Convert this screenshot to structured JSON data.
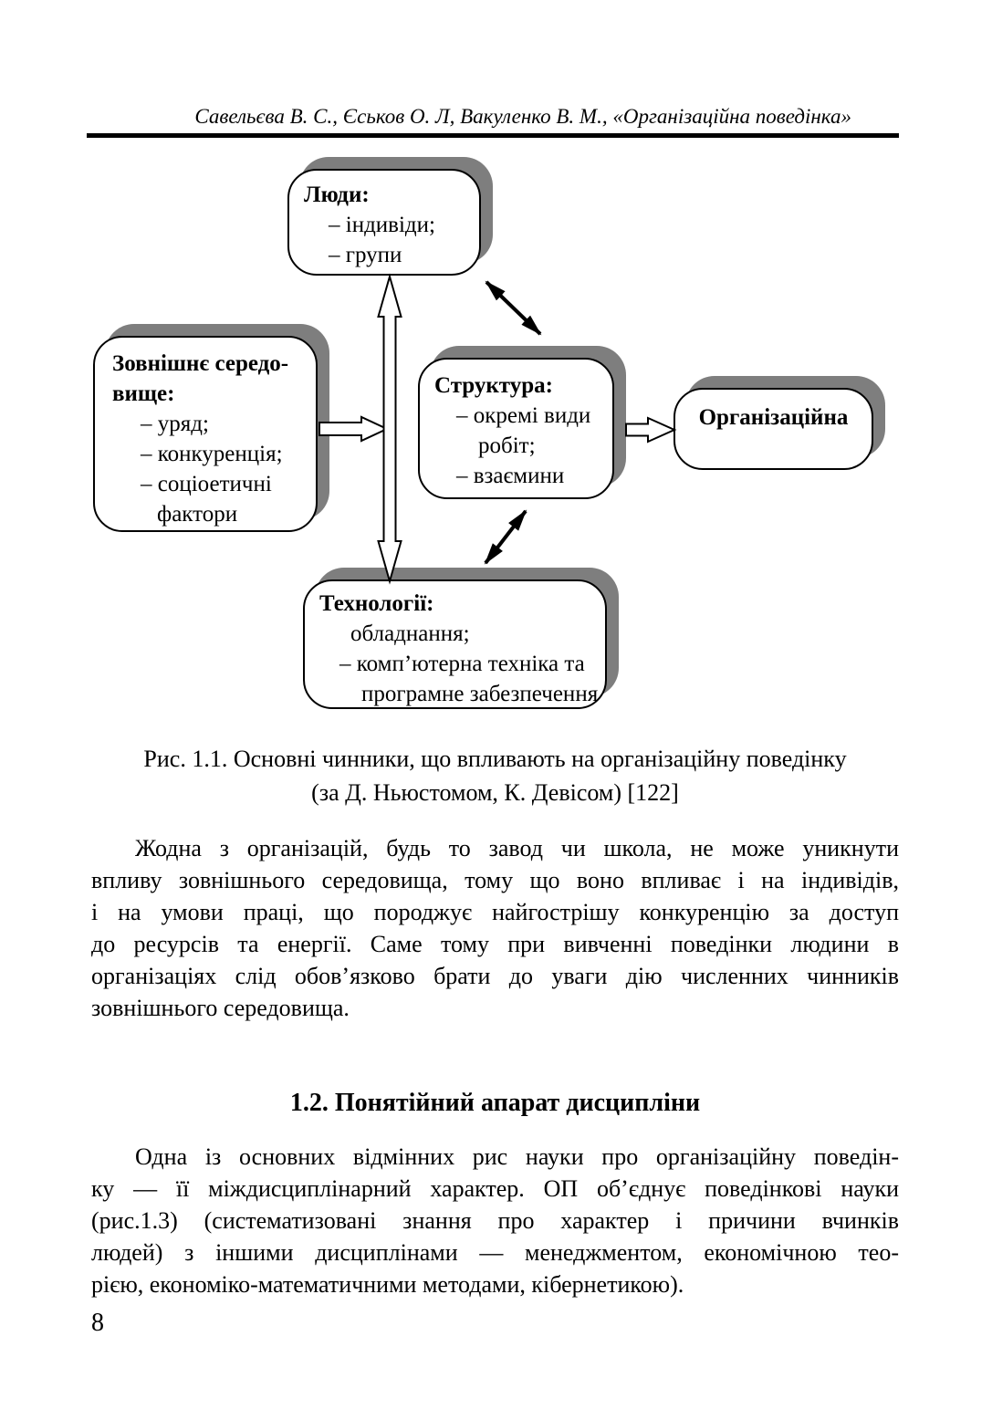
{
  "page": {
    "running_head": "Савельєва В. С., Єськов О. Л, Вакуленко В. М., «Організаційна поведінка»",
    "page_number": "8"
  },
  "colors": {
    "box_shadow_gray": "#7e7e7e",
    "ink": "#000000",
    "paper": "#ffffff"
  },
  "diagram": {
    "people": {
      "title": "Люди:",
      "lines": [
        "– індивіди;",
        "– групи"
      ]
    },
    "environment": {
      "title_lines": [
        "Зовнішнє середо-",
        "вище:"
      ],
      "lines": [
        "– уряд;",
        "– конкуренція;",
        "– соціоетичні",
        "фактори"
      ]
    },
    "structure": {
      "title": "Структура:",
      "lines": [
        "– окремі види",
        "робіт;",
        "– взаємини"
      ]
    },
    "organizational": {
      "title": "Організаційна"
    },
    "technology": {
      "title": "Технології:",
      "lines": [
        "обладнання;",
        "– комп’ютерна техніка та",
        "програмне забезпечення"
      ]
    }
  },
  "caption": {
    "lines": [
      "Рис. 1.1. Основні чинники, що впливають на організаційну поведінку",
      "(за Д. Ньюстомом, К. Девісом) [122]"
    ]
  },
  "para1": {
    "lines": [
      "Жодна з організацій, будь то завод чи школа, не може уникнути",
      "впливу зовнішнього середовища, тому що воно впливає і на індивідів,",
      "і на умови праці, що породжує найгострішу конкуренцію за доступ",
      "до ресурсів та енергії. Саме тому при вивченні поведінки людини в",
      "організаціях слід обов’язково брати до уваги дію численних чинників",
      "зовнішнього середовища."
    ]
  },
  "section": {
    "heading": "1.2. Понятійний апарат дисципліни"
  },
  "para2": {
    "lines": [
      "Одна із основних відмінних рис науки про організаційну поведін-",
      "ку — її міждисциплінарний характер. ОП об’єднує поведінкові науки",
      "(рис.1.3) (систематизовані знання про характер і причини вчинків",
      "людей) з іншими дисциплінами — менеджментом, економічною тео-",
      "рією, економіко-математичними методами, кібернетикою)."
    ]
  }
}
